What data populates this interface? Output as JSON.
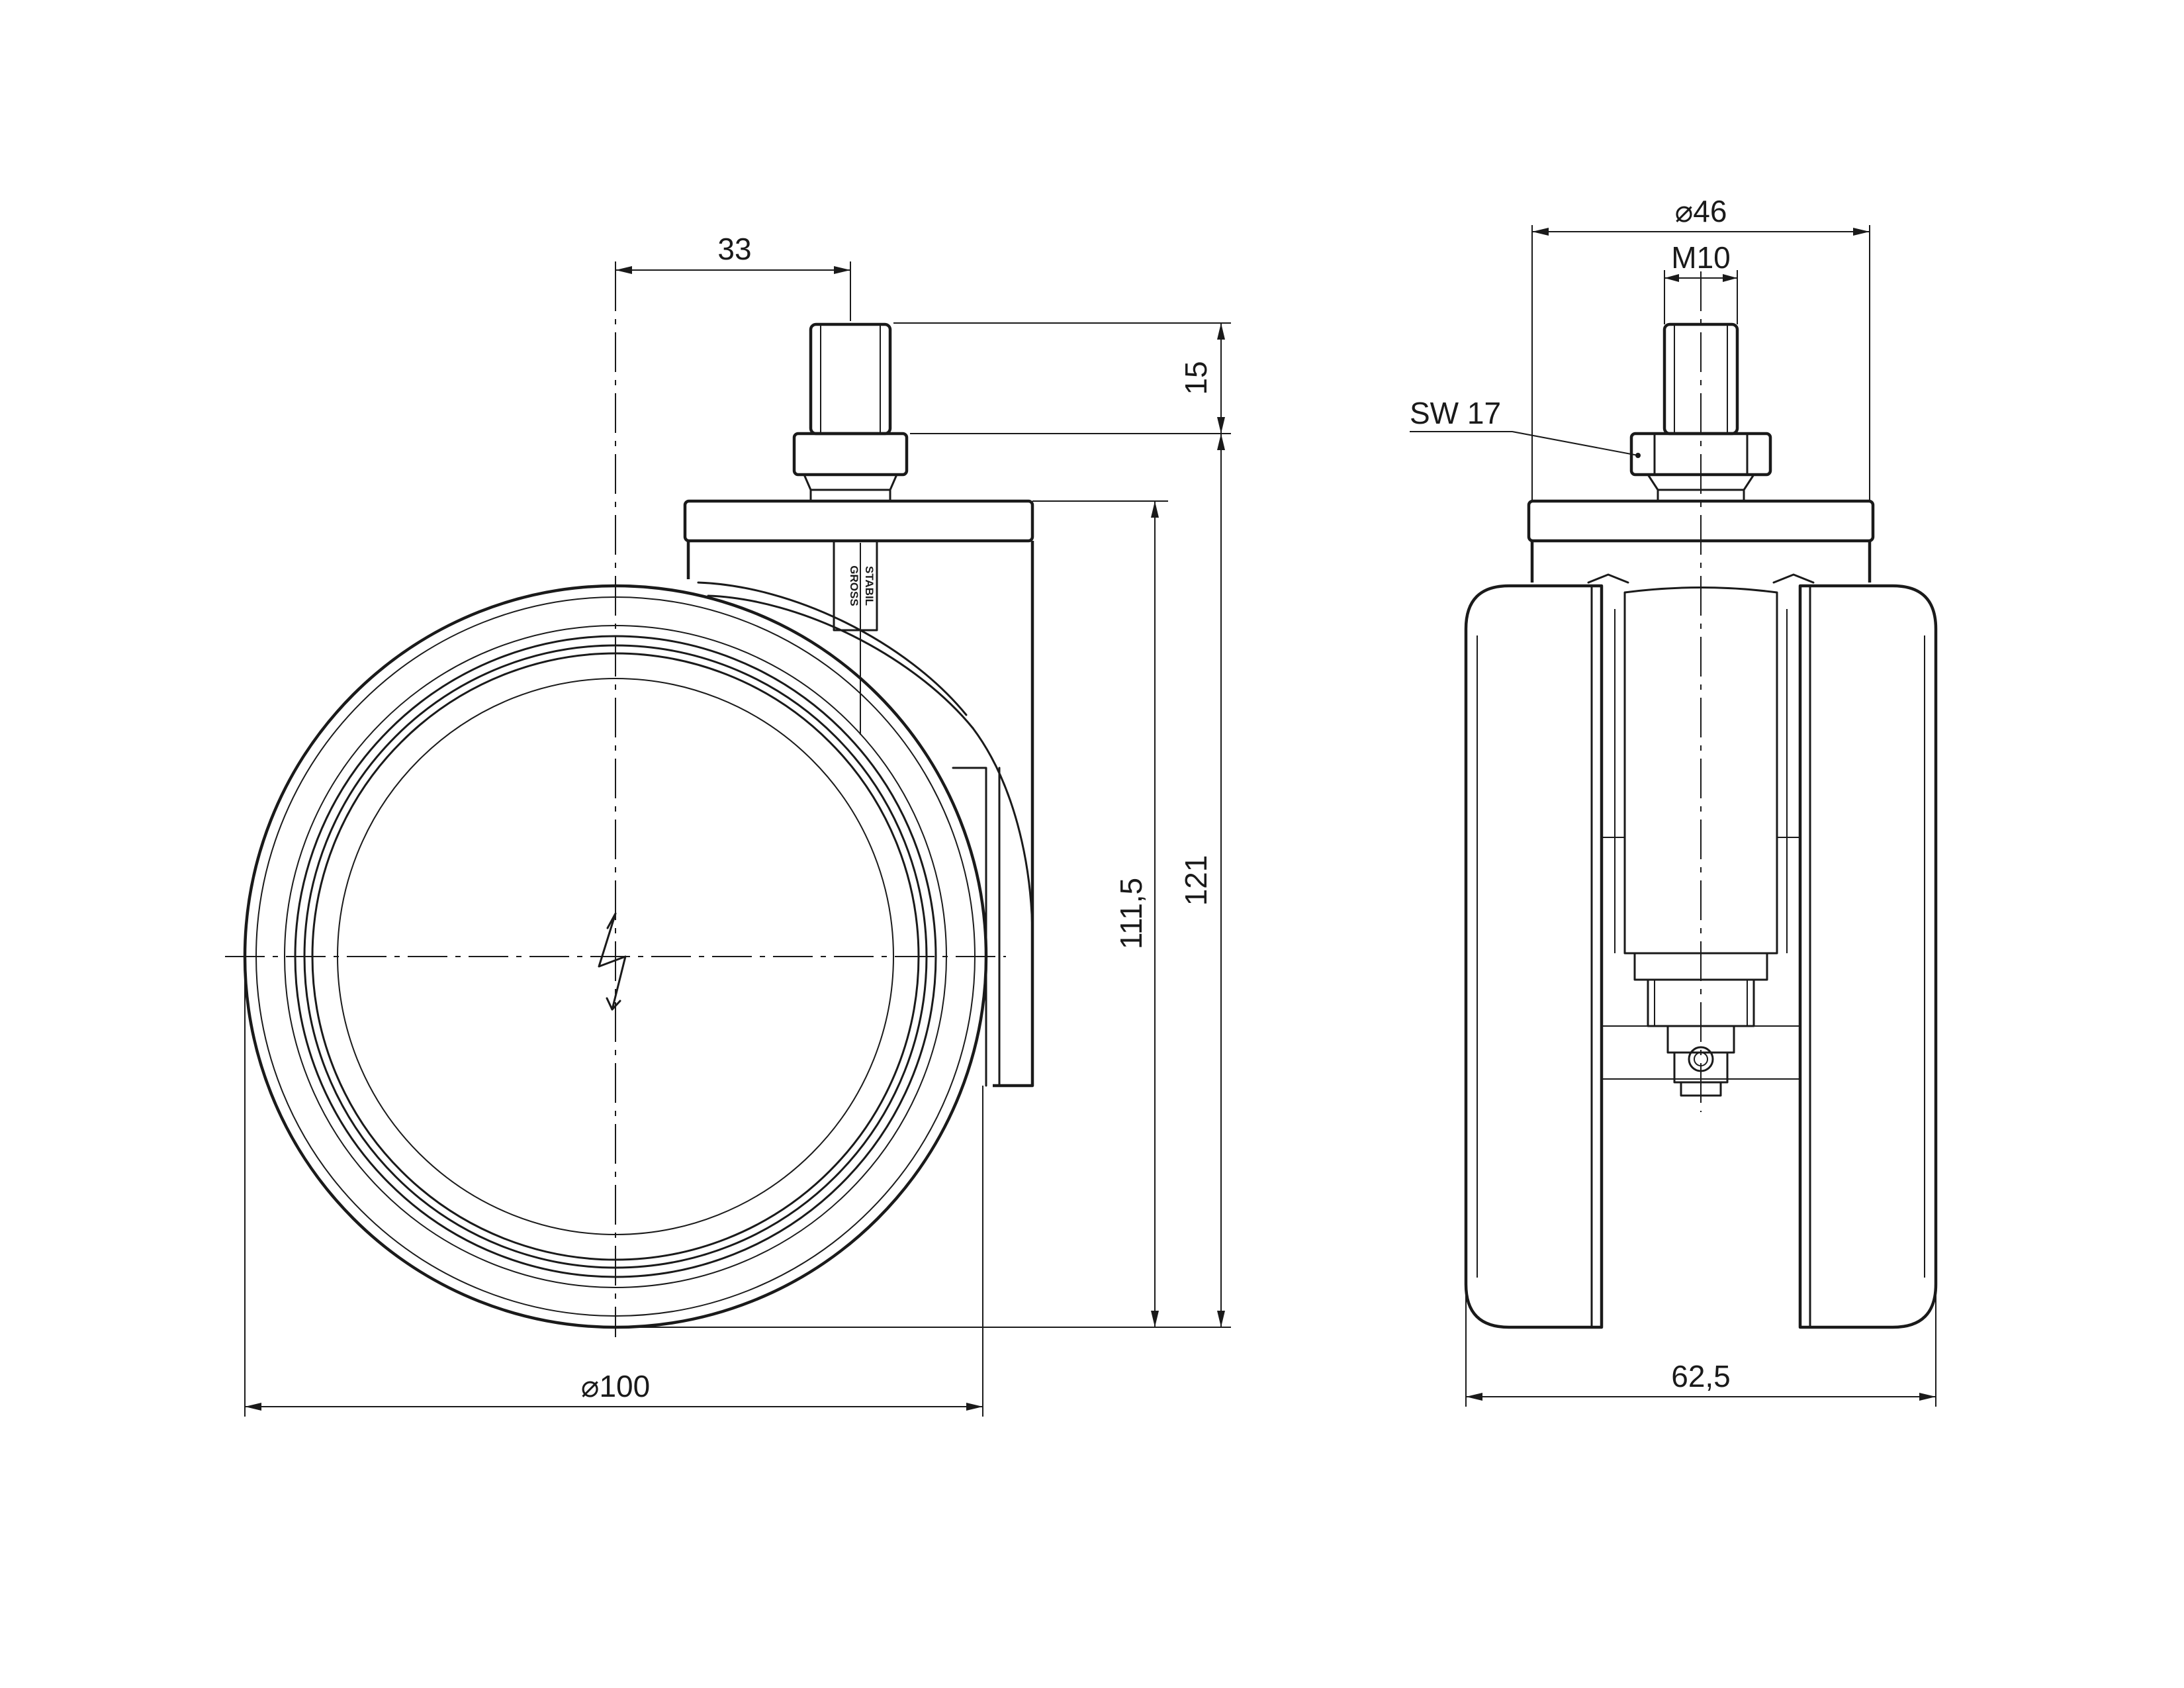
{
  "dimensions": {
    "offset": "33",
    "stem_length": "15",
    "height_body": "111,5",
    "height_total": "121",
    "wheel_diameter": "⌀100",
    "housing_diameter": "⌀46",
    "thread": "M10",
    "wrench_size": "SW 17",
    "overall_width": "62,5"
  },
  "logo": {
    "line1": "GROSS",
    "line2": "STABIL"
  },
  "symbols": {
    "electric": "lightning-bolt-icon"
  },
  "colors": {
    "line": "#1a1a1a",
    "background": "#ffffff"
  }
}
